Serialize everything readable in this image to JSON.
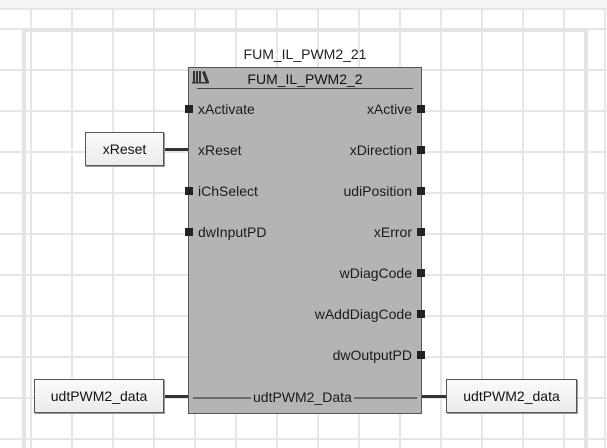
{
  "block": {
    "instance_name": "FUM_IL_PWM2_21",
    "type_name": "FUM_IL_PWM2_2",
    "icon": "library-icon",
    "inputs": [
      "xActivate",
      "xReset",
      "iChSelect",
      "dwInputPD"
    ],
    "outputs": [
      "xActive",
      "xDirection",
      "udiPosition",
      "xError",
      "wDiagCode",
      "wAddDiagCode",
      "dwOutputPD"
    ],
    "inout": "udtPWM2_Data"
  },
  "variables": {
    "reset_input": "xReset",
    "inout_left": "udtPWM2_data",
    "inout_right": "udtPWM2_data"
  }
}
